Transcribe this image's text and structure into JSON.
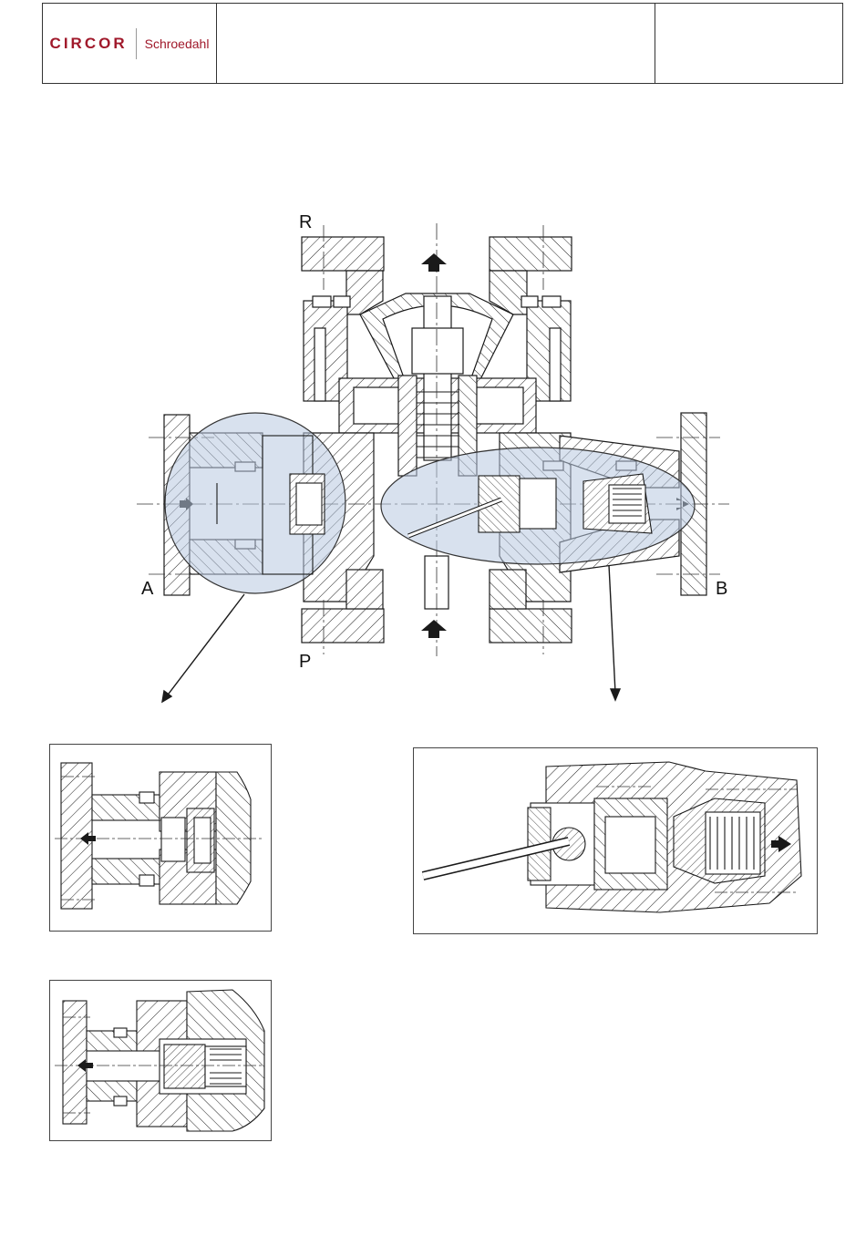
{
  "header": {
    "logo_brand": "CIRCOR",
    "logo_sub": "Schroedahl"
  },
  "diagram": {
    "port_labels": {
      "r": "R",
      "p": "P",
      "a": "A",
      "b": "B"
    }
  },
  "colors": {
    "highlight_fill": "#b8c8e0",
    "line": "#1a1a1a",
    "brand": "#a0192b"
  }
}
